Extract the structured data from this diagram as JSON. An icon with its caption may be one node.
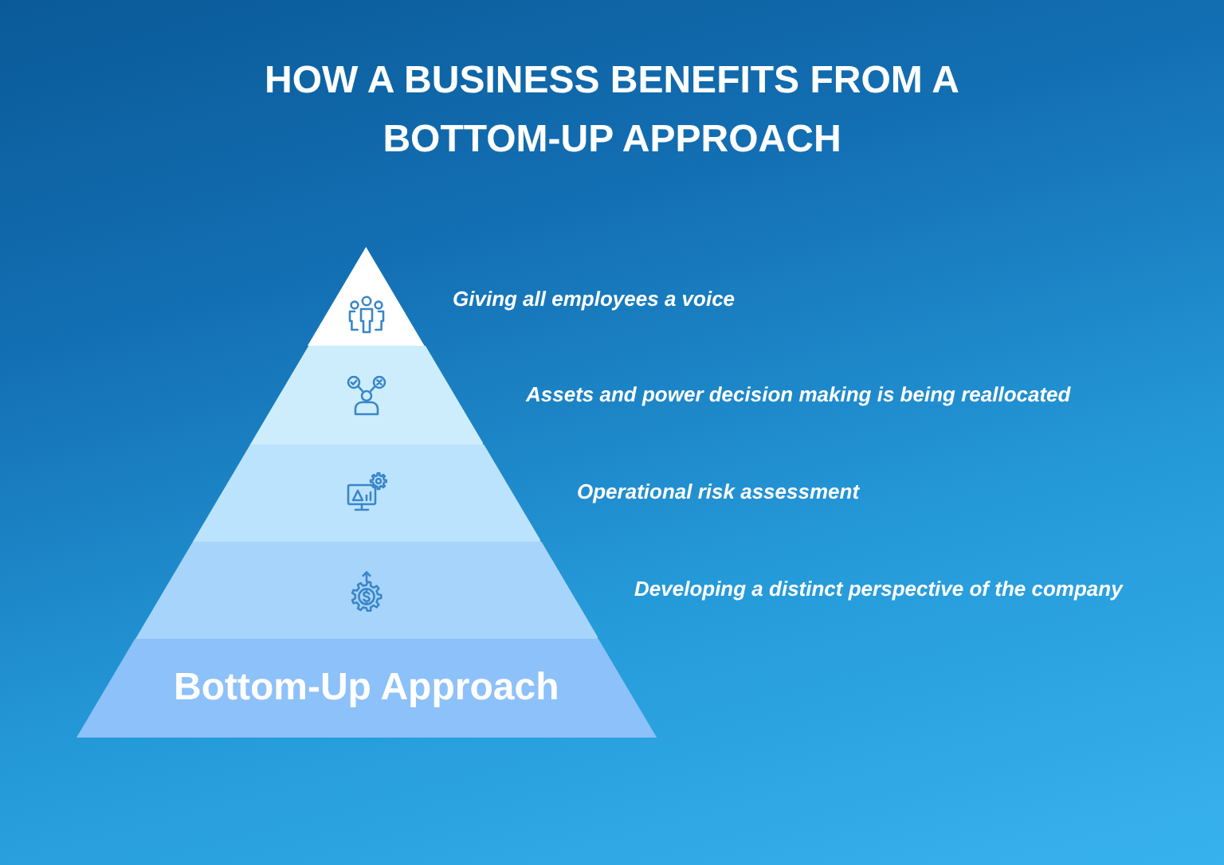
{
  "diagram": {
    "title": "HOW A BUSINESS BENEFITS FROM A BOTTOM-UP APPROACH",
    "nodes": [
      {
        "text": [],
        "shape": "triangle",
        "beside": [
          "Giving all employees a voice"
        ]
      },
      {
        "text": [],
        "shape": "band",
        "beside": [
          "Assets and power decision making is being reallocated"
        ]
      },
      {
        "text": [],
        "shape": "band",
        "beside": [
          "Operational risk assessment"
        ]
      },
      {
        "text": [],
        "shape": "band",
        "beside": [
          "Developing a distinct perspective of the company"
        ]
      },
      {
        "text": [
          "Bottom-Up Approach"
        ]
      }
    ]
  }
}
